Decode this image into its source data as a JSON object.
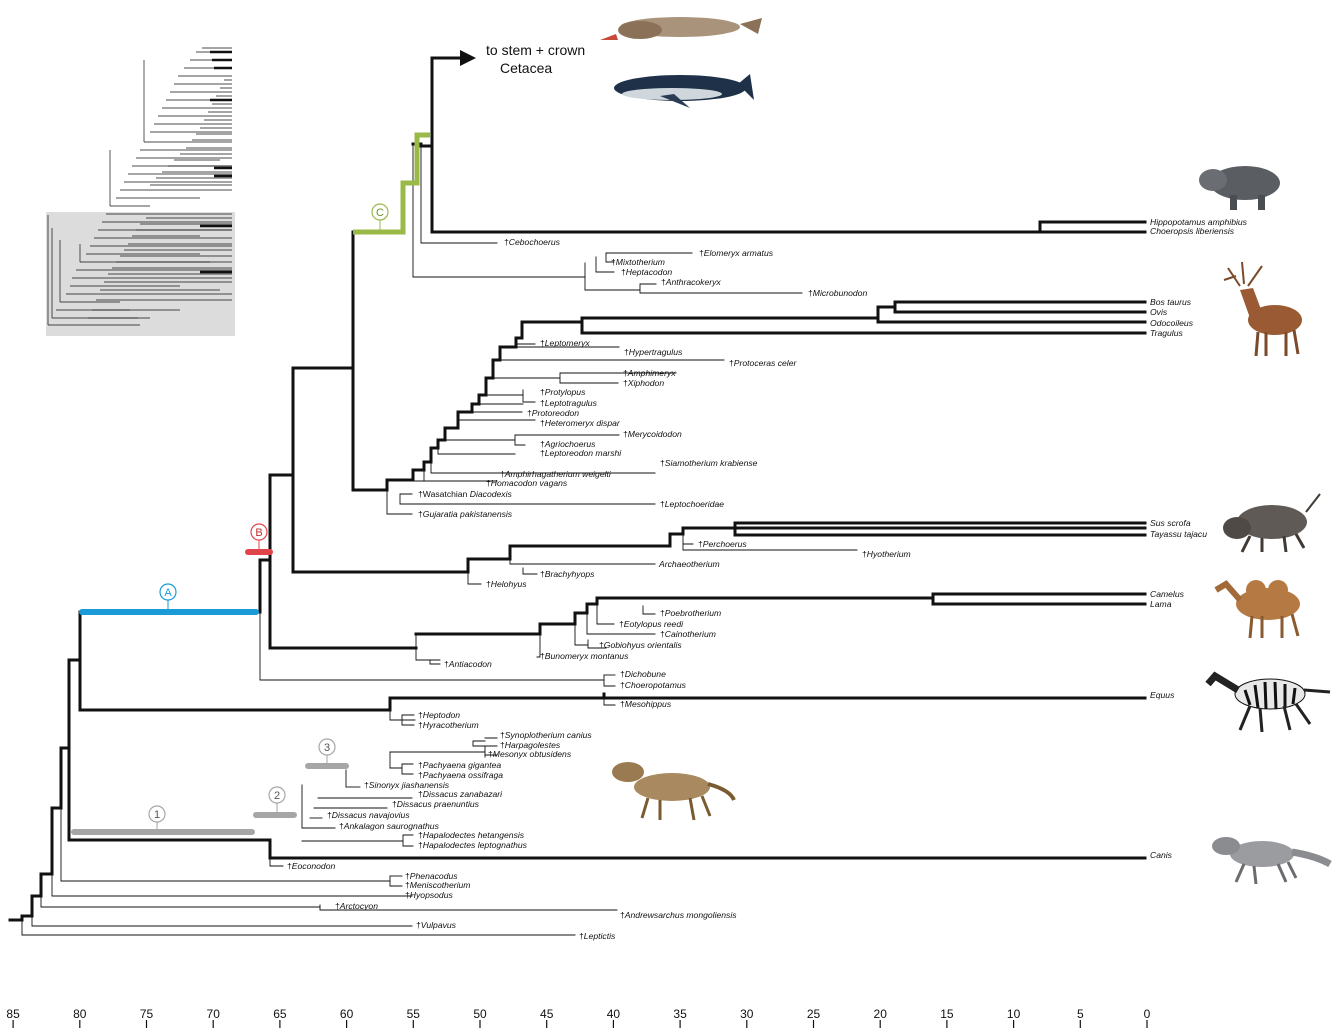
{
  "arrow_label": [
    "to stem + crown",
    "Cetacea"
  ],
  "axis_ticks": [
    "85",
    "80",
    "75",
    "70",
    "65",
    "60",
    "55",
    "50",
    "45",
    "40",
    "35",
    "30",
    "25",
    "20",
    "15",
    "10",
    "5",
    "0"
  ],
  "bars": [
    {
      "id": "A",
      "label": "A",
      "color": "#1a9ad6"
    },
    {
      "id": "B",
      "label": "B",
      "color": "#e0454a"
    },
    {
      "id": "C",
      "label": "C",
      "color": "#9aba48"
    },
    {
      "id": "1",
      "label": "1",
      "color": "#a6a6a6"
    },
    {
      "id": "2",
      "label": "2",
      "color": "#a6a6a6"
    },
    {
      "id": "3",
      "label": "3",
      "color": "#a6a6a6"
    }
  ],
  "taxa": [
    {
      "id": "hippo",
      "text": "Hippopotamus amphibius",
      "extinct": false
    },
    {
      "id": "choeropsis",
      "text": "Choeropsis liberiensis",
      "extinct": false
    },
    {
      "id": "cebochoerus",
      "text": "Cebochoerus",
      "extinct": true
    },
    {
      "id": "elomeryx",
      "text": "Elomeryx armatus",
      "extinct": true
    },
    {
      "id": "mixtotherium",
      "text": "Mixtotherium",
      "extinct": true
    },
    {
      "id": "heptacodon",
      "text": "Heptacodon",
      "extinct": true
    },
    {
      "id": "anthracokeryx",
      "text": "Anthracokeryx",
      "extinct": true
    },
    {
      "id": "microbunodon",
      "text": "Microbunodon",
      "extinct": true
    },
    {
      "id": "bos",
      "text": "Bos taurus",
      "extinct": false
    },
    {
      "id": "ovis",
      "text": "Ovis",
      "extinct": false
    },
    {
      "id": "odocoileus",
      "text": "Odocoileus",
      "extinct": false
    },
    {
      "id": "tragulus",
      "text": "Tragulus",
      "extinct": false
    },
    {
      "id": "leptomeryx",
      "text": "Leptomeryx",
      "extinct": true
    },
    {
      "id": "hypertragulus",
      "text": "Hypertragulus",
      "extinct": true
    },
    {
      "id": "protoceras",
      "text": "Protoceras celer",
      "extinct": true
    },
    {
      "id": "amphimeryx",
      "text": "Amphimeryx",
      "extinct": true
    },
    {
      "id": "xiphodon",
      "text": "Xiphodon",
      "extinct": true
    },
    {
      "id": "protylopus",
      "text": "Protylopus",
      "extinct": true
    },
    {
      "id": "leptotragulus",
      "text": "Leptotragulus",
      "extinct": true
    },
    {
      "id": "protoreodon",
      "text": "Protoreodon",
      "extinct": true
    },
    {
      "id": "heteromeryx",
      "text": "Heteromeryx dispar",
      "extinct": true
    },
    {
      "id": "mercoidodon",
      "text": "Merycoidodon",
      "extinct": true
    },
    {
      "id": "agriochoerus",
      "text": "Agriochoerus",
      "extinct": true
    },
    {
      "id": "leptoreodon",
      "text": "Leptoreodon marshi",
      "extinct": true
    },
    {
      "id": "siamotherium",
      "text": "Siamotherium krabiense",
      "extinct": true
    },
    {
      "id": "amphirhagatherium",
      "text": "Amphirhagatherium weigelti",
      "extinct": true
    },
    {
      "id": "homacodon",
      "text": "Homacodon vagans",
      "extinct": true
    },
    {
      "id": "diacodexis",
      "text": "Wasatchian Diacodexis",
      "extinct": true,
      "prefix": "Wasatchian",
      "main": "Diacodexis"
    },
    {
      "id": "leptochoeridae",
      "text": "Leptochoeridae",
      "extinct": true
    },
    {
      "id": "gujaratia",
      "text": "Gujaratia pakistanensis",
      "extinct": true
    },
    {
      "id": "sus",
      "text": "Sus scrofa",
      "extinct": false
    },
    {
      "id": "tayassu",
      "text": "Tayassu tajacu",
      "extinct": false
    },
    {
      "id": "perchoerus",
      "text": "Perchoerus",
      "extinct": true
    },
    {
      "id": "hyotherium",
      "text": "Hyotherium",
      "extinct": true
    },
    {
      "id": "archaeotherium",
      "text": "Archaeotherium",
      "extinct": false
    },
    {
      "id": "brachyhyops",
      "text": "Brachyhyops",
      "extinct": true
    },
    {
      "id": "helohyus",
      "text": "Helohyus",
      "extinct": true
    },
    {
      "id": "camelus",
      "text": "Camelus",
      "extinct": false
    },
    {
      "id": "lama",
      "text": "Lama",
      "extinct": false
    },
    {
      "id": "poebrotherium",
      "text": "Poebrotherium",
      "extinct": true
    },
    {
      "id": "eotylopus",
      "text": "Eotylopus reedi",
      "extinct": true
    },
    {
      "id": "cainotherium",
      "text": "Cainotherium",
      "extinct": true
    },
    {
      "id": "gobiohyus",
      "text": "Gobiohyus orientalis",
      "extinct": true
    },
    {
      "id": "bunomeryx",
      "text": "Bunomeryx montanus",
      "extinct": true
    },
    {
      "id": "antiacodon",
      "text": "Antiacodon",
      "extinct": true
    },
    {
      "id": "dichobune",
      "text": "Dichobune",
      "extinct": true
    },
    {
      "id": "choeropotamus",
      "text": "Choeropotamus",
      "extinct": true
    },
    {
      "id": "equus",
      "text": "Equus",
      "extinct": false
    },
    {
      "id": "mesohippus",
      "text": "Mesohippus",
      "extinct": true
    },
    {
      "id": "heptodon",
      "text": "Heptodon",
      "extinct": true
    },
    {
      "id": "hyracotherium",
      "text": "Hyracotherium",
      "extinct": true
    },
    {
      "id": "synoplotherium",
      "text": "Synoplotherium canius",
      "extinct": true
    },
    {
      "id": "harpagolestes",
      "text": "Harpagolestes",
      "extinct": true
    },
    {
      "id": "mesonyx",
      "text": "Mesonyx obtusidens",
      "extinct": true
    },
    {
      "id": "pachyaena_g",
      "text": "Pachyaena gigantea",
      "extinct": true
    },
    {
      "id": "pachyaena_o",
      "text": "Pachyaena ossifraga",
      "extinct": true
    },
    {
      "id": "sinonyx",
      "text": "Sinonyx jiashanensis",
      "extinct": true
    },
    {
      "id": "dissacus_z",
      "text": "Dissacus zanabazari",
      "extinct": true
    },
    {
      "id": "dissacus_p",
      "text": "Dissacus praenuntius",
      "extinct": true
    },
    {
      "id": "dissacus_n",
      "text": "Dissacus navajovius",
      "extinct": true
    },
    {
      "id": "ankalagon",
      "text": "Ankalagon saurognathus",
      "extinct": true
    },
    {
      "id": "hapalodectes_h",
      "text": "Hapalodectes hetangensis",
      "extinct": true
    },
    {
      "id": "hapalodectes_l",
      "text": "Hapalodectes leptognathus",
      "extinct": true
    },
    {
      "id": "canis",
      "text": "Canis",
      "extinct": false
    },
    {
      "id": "eoconodon",
      "text": "Eoconodon",
      "extinct": true
    },
    {
      "id": "phenacodus",
      "text": "Phenacodus",
      "extinct": true
    },
    {
      "id": "meniscotherium",
      "text": "Meniscotherium",
      "extinct": true
    },
    {
      "id": "hyopsodus",
      "text": "Hyopsodus",
      "extinct": true
    },
    {
      "id": "arctocyon",
      "text": "Arctocyon",
      "extinct": true
    },
    {
      "id": "andrewsarchus",
      "text": "Andrewsarchus mongoliensis",
      "extinct": true
    },
    {
      "id": "vulpavus",
      "text": "Vulpavus",
      "extinct": true
    },
    {
      "id": "leptictis",
      "text": "Leptictis",
      "extinct": true
    }
  ],
  "animals": [
    "early-whale",
    "humpback-whale",
    "pygmy-hippo",
    "deer",
    "warthog",
    "camel",
    "zebra",
    "mesonychid",
    "coyote"
  ]
}
